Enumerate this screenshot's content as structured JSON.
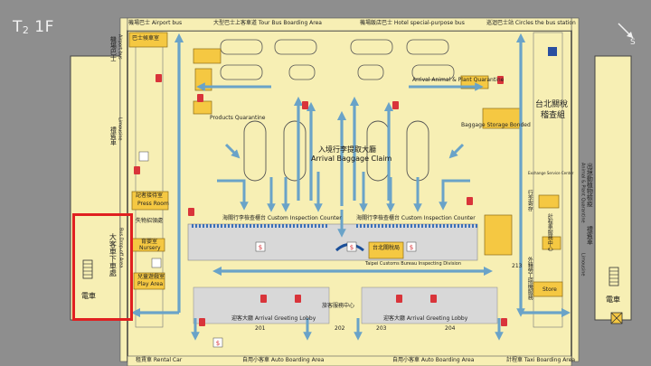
{
  "floor": {
    "terminal": "T",
    "number": "2",
    "floor": "1F"
  },
  "colors": {
    "background": "#8e8e8e",
    "floor_fill": "#f7efb4",
    "arrow": "#6aa3c8",
    "highlight": "#e02020",
    "room": "#f5c842",
    "phone": "#d9343a",
    "gray_zone": "#d8d8d8"
  },
  "top_labels": {
    "airport_bus": "機場巴士 Airport bus",
    "tour_bus": "大型巴士上客車道 Tour Bus Boarding Area",
    "hotel_bus": "機場飯店巴士 Hotel special-purpose bus",
    "circles_bus": "巡迴巴士站 Circles the bus station"
  },
  "bottom_labels": {
    "rental_car": "租賃車 Rental Car",
    "auto_boarding_1": "自用小客車 Auto Boarding Area",
    "auto_boarding_2": "自用小客車 Auto Boarding Area",
    "taxi_boarding": "計程車 Taxi Boarding Area"
  },
  "areas": {
    "baggage_claim_zh": "入境行李提取大廳",
    "baggage_claim_en": "Arrival Baggage Claim",
    "customs_left": "海關行李檢查櫃台 Custom Inspection Counter",
    "customs_right": "海關行李檢查櫃台 Custom Inspection Counter",
    "greeting_left": "迎客大廳 Arrival Greeting Lobby",
    "greeting_right": "迎客大廳 Arrival Greeting Lobby",
    "products_quarantine": "Products Quarantine",
    "animal_quarantine": "Arrival Animal & Plant Quarantine",
    "baggage_storage": "Baggage Storage Bonded",
    "press_room_zh": "記者接待室",
    "press_room_en": "Press Room",
    "nursery_zh": "育嬰室",
    "nursery_en": "Nursery",
    "play_area_zh": "兒童遊戲室",
    "play_area_en": "Play Area",
    "lost_found": "失物招領處",
    "taipei_customs": "台北關稅局",
    "taipei_customs_en": "Taipei Customs Bureau Inspecting Division",
    "customs_tax_zh": "台北關稅",
    "customs_tax_zh2": "稽查組",
    "store": "Store",
    "info_center": "旅客服務中心",
    "bus_stop_zh": "巴士候車室",
    "num_201": "201",
    "num_202": "202",
    "num_203": "203",
    "num_204": "204",
    "num_213": "213"
  },
  "left_side": {
    "airport_bus_v": "機場巴士",
    "airport_bus_v_en": "Airport bus",
    "limousine_v": "禮賓車",
    "limousine_en": "Limousine",
    "bus_drop_en": "Bus Drop-off Area",
    "bus_drop_zh": "大客車下車處",
    "tram": "電車"
  },
  "right_side": {
    "tram": "電車",
    "limousine_v": "禮賓車",
    "limousine_en": "Limousine",
    "quarantine_v": "出境動植物檢疫",
    "quarantine_en": "Animal & Plant Quarantine",
    "service_center_v": "計程車服務中心",
    "foreign_labor_v": "外籍勞工接機服務",
    "exchange_v": "行李寄存",
    "elec_mtn": "Exchange Service Center"
  }
}
